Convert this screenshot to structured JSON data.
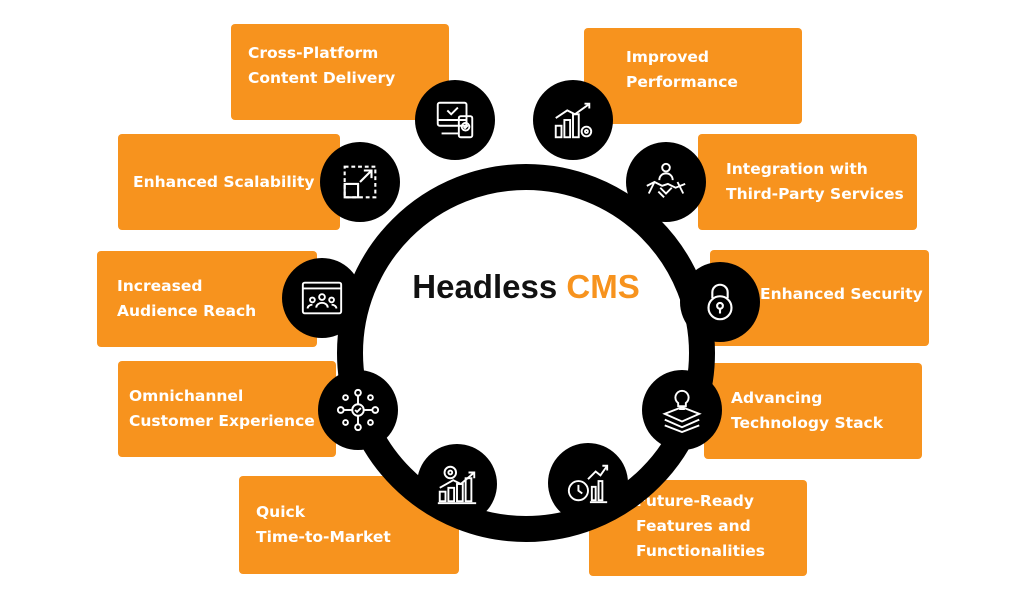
{
  "title": {
    "main": "Headless",
    "accent": "CMS"
  },
  "colors": {
    "accent": "#F7931E",
    "ring": "#000000",
    "center": "#FFFFFF",
    "text": "#111111"
  },
  "features": [
    {
      "label": "Cross-Platform\nContent Delivery",
      "icon": "devices-check-icon"
    },
    {
      "label": "Improved\nPerformance",
      "icon": "growth-chart-gear-icon"
    },
    {
      "label": "Enhanced Scalability",
      "icon": "scale-arrows-icon"
    },
    {
      "label": "Integration with\nThird-Party Services",
      "icon": "handshake-person-icon"
    },
    {
      "label": "Increased\nAudience Reach",
      "icon": "audience-screen-icon"
    },
    {
      "label": "Enhanced Security",
      "icon": "padlock-icon"
    },
    {
      "label": "Omnichannel\nCustomer Experience",
      "icon": "network-hub-icon"
    },
    {
      "label": "Advancing\nTechnology Stack",
      "icon": "layers-bulb-icon"
    },
    {
      "label": "Quick\nTime-to-Market",
      "icon": "bar-chart-gear-icon"
    },
    {
      "label": "Future-Ready\nFeatures and\nFunctionalities",
      "icon": "clock-chart-icon"
    }
  ]
}
